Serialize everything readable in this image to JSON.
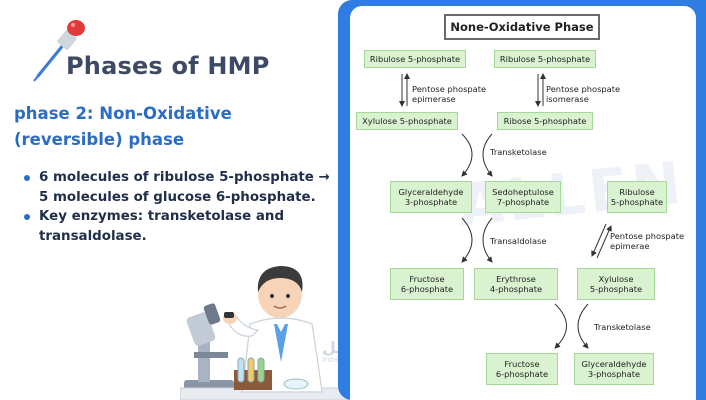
{
  "slide": {
    "title": "Phases of HMP",
    "subtitle": "phase 2: Non-Oxidative (reversible) phase",
    "bullets": [
      "6 molecules of ribulose 5-phosphate → 5 molecules of glucose 6-phosphate.",
      "Key enzymes: transketolase and transaldolase."
    ],
    "watermark": "مستقل",
    "watermark_sub": "mostaql.com"
  },
  "diagram": {
    "title": "None-Oxidative Phase",
    "watermark": "ALLEN",
    "boxes": {
      "ribulose_a": "Ribulose 5-phosphate",
      "ribulose_b": "Ribulose 5-phosphate",
      "xylulose_a": "Xylulose 5-phosphate",
      "ribose": "Ribose 5-phosphate",
      "glyceraldehyde_a": "Glyceraldehyde\n3-phosphate",
      "sedoheptulose": "Sedoheptulose\n7-phosphate",
      "ribulose_c": "Ribulose\n5-phosphate",
      "fructose_a": "Fructose\n6-phosphate",
      "erythrose": "Erythrose\n4-phosphate",
      "xylulose_b": "Xylulose\n5-phosphate",
      "fructose_b": "Fructose\n6-phosphate",
      "glyceraldehyde_b": "Glyceraldehyde\n3-phosphate"
    },
    "enzymes": {
      "epimerase_a": "Pentose phospate\nepimerase",
      "isomerase": "Pentose phospate\nisomerase",
      "transketolase_a": "Transketolase",
      "transaldolase": "Transaldolase",
      "epimerase_b": "Pentose phospate\nepimerae",
      "transketolase_b": "Transketolase"
    },
    "colors": {
      "panel_border": "#2f7de0",
      "box_fill": "#d9f2d0",
      "title_color": "#3d4a66",
      "subtitle_color": "#2b6cc4"
    }
  }
}
